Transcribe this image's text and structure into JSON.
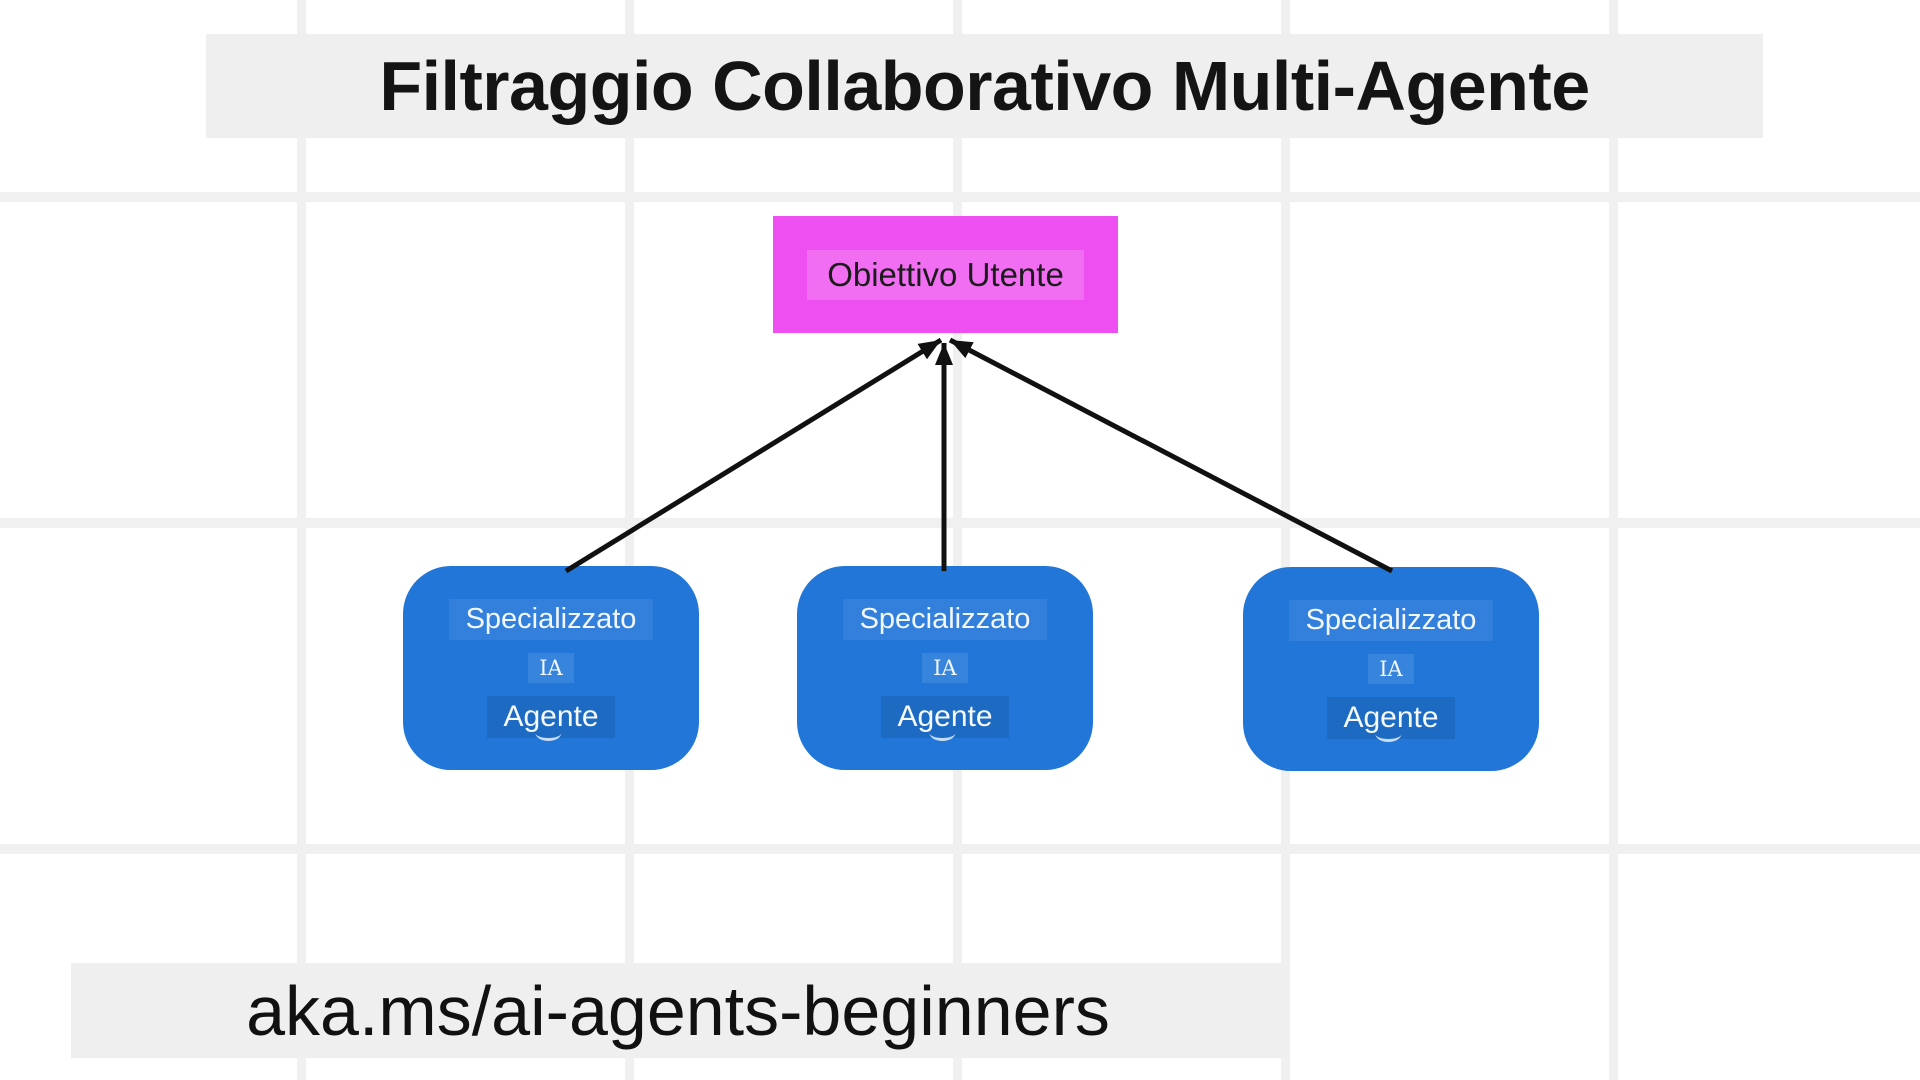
{
  "diagram": {
    "title": "Filtraggio Collaborativo Multi-Agente",
    "footer_link": "aka.ms/ai-agents-beginners",
    "goal_node_label": "Obiettivo Utente",
    "agent_nodes": [
      {
        "role": "Specializzato",
        "tech": "IA",
        "type": "Agente"
      },
      {
        "role": "Specializzato",
        "tech": "IA",
        "type": "Agente"
      },
      {
        "role": "Specializzato",
        "tech": "IA",
        "type": "Agente"
      }
    ],
    "edges_note": "3 arrows from each agent node pointing to goal node",
    "colors": {
      "background": "#ffffff",
      "grid_line": "#f0f0f0",
      "panel_gray": "#efefef",
      "goal_magenta": "#ee4ff0",
      "agent_blue": "#2176d8",
      "arrow_black": "#111111",
      "text_dark": "#141414",
      "text_light": "#f2f7fd"
    }
  }
}
